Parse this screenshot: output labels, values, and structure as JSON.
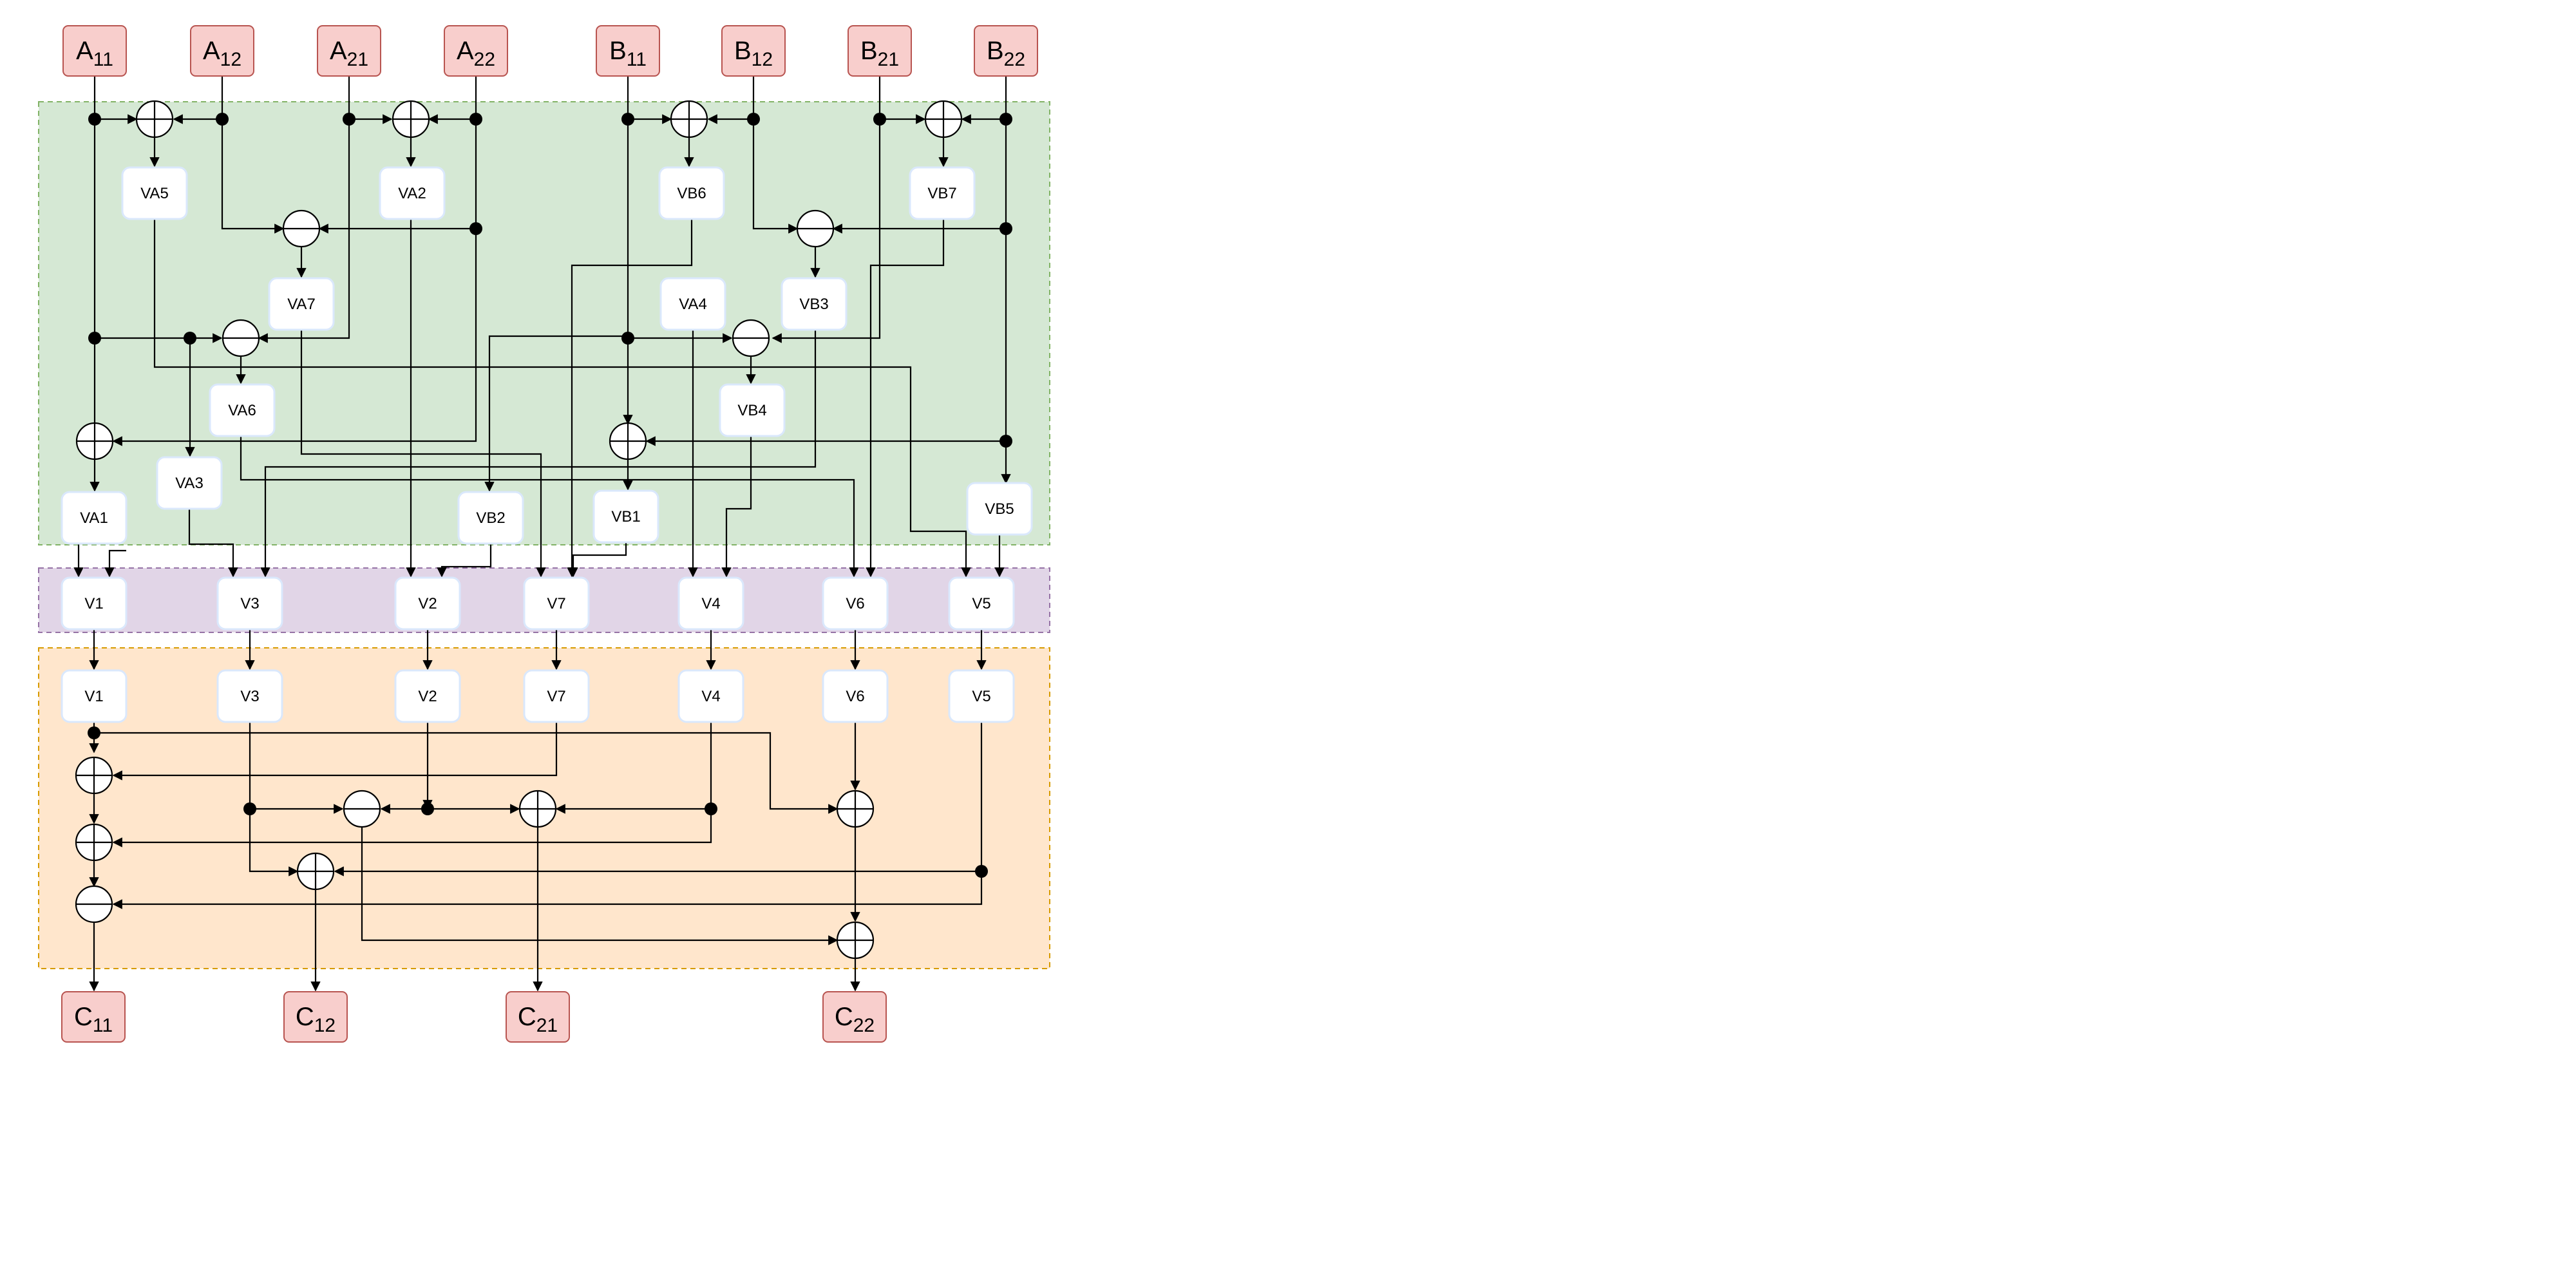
{
  "colors": {
    "io_fill": "#f8cecc",
    "io_stroke": "#b85450",
    "stage1_fill": "#d5e8d4",
    "stage1_stroke": "#82b366",
    "stage2_fill": "#e1d5e7",
    "stage2_stroke": "#9673a6",
    "stage3_fill": "#ffe6cc",
    "stage3_stroke": "#d79b00",
    "box_fill": "#ffffff",
    "box_stroke": "#dae8fc",
    "line": "#000000"
  },
  "inputs": [
    {
      "id": "a11",
      "base": "A",
      "sub": "11"
    },
    {
      "id": "a12",
      "base": "A",
      "sub": "12"
    },
    {
      "id": "a21",
      "base": "A",
      "sub": "21"
    },
    {
      "id": "a22",
      "base": "A",
      "sub": "22"
    },
    {
      "id": "b11",
      "base": "B",
      "sub": "11"
    },
    {
      "id": "b12",
      "base": "B",
      "sub": "12"
    },
    {
      "id": "b21",
      "base": "B",
      "sub": "21"
    },
    {
      "id": "b22",
      "base": "B",
      "sub": "22"
    }
  ],
  "outputs": [
    {
      "id": "c11",
      "base": "C",
      "sub": "11"
    },
    {
      "id": "c12",
      "base": "C",
      "sub": "12"
    },
    {
      "id": "c21",
      "base": "C",
      "sub": "21"
    },
    {
      "id": "c22",
      "base": "C",
      "sub": "22"
    }
  ],
  "stage1_boxes": [
    {
      "id": "va5",
      "label": "VA5"
    },
    {
      "id": "va2",
      "label": "VA2"
    },
    {
      "id": "vb6",
      "label": "VB6"
    },
    {
      "id": "vb7",
      "label": "VB7"
    },
    {
      "id": "va7",
      "label": "VA7"
    },
    {
      "id": "va4",
      "label": "VA4"
    },
    {
      "id": "vb3",
      "label": "VB3"
    },
    {
      "id": "va6",
      "label": "VA6"
    },
    {
      "id": "vb4",
      "label": "VB4"
    },
    {
      "id": "va3",
      "label": "VA3"
    },
    {
      "id": "va1",
      "label": "VA1"
    },
    {
      "id": "vb2",
      "label": "VB2"
    },
    {
      "id": "vb1",
      "label": "VB1"
    },
    {
      "id": "vb5",
      "label": "VB5"
    }
  ],
  "stage2_boxes": [
    {
      "id": "v1",
      "label": "V1"
    },
    {
      "id": "v3",
      "label": "V3"
    },
    {
      "id": "v2",
      "label": "V2"
    },
    {
      "id": "v7",
      "label": "V7"
    },
    {
      "id": "v4",
      "label": "V4"
    },
    {
      "id": "v6",
      "label": "V6"
    },
    {
      "id": "v5",
      "label": "V5"
    }
  ],
  "stage3_boxes": [
    {
      "id": "v1",
      "label": "V1"
    },
    {
      "id": "v3",
      "label": "V3"
    },
    {
      "id": "v2",
      "label": "V2"
    },
    {
      "id": "v7",
      "label": "V7"
    },
    {
      "id": "v4",
      "label": "V4"
    },
    {
      "id": "v6",
      "label": "V6"
    },
    {
      "id": "v5",
      "label": "V5"
    }
  ]
}
